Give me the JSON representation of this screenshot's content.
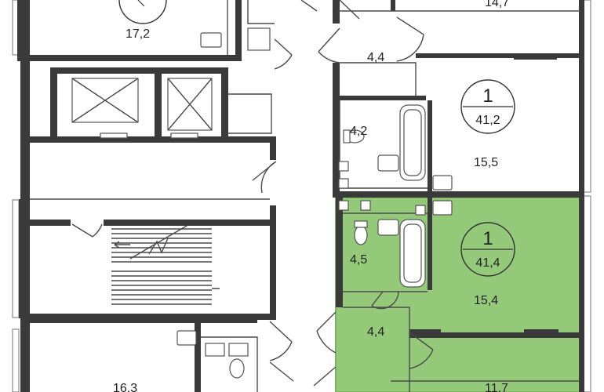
{
  "colors": {
    "highlight": "#94c97a",
    "highlight_edge": "#7cb55f",
    "wall": "#3a3a3a",
    "window": "#8a8a8a"
  },
  "rooms": [
    {
      "id": "r-17-2",
      "label": "17,2"
    },
    {
      "id": "r-14-7",
      "label": "14,7"
    },
    {
      "id": "r-4-4-top",
      "label": "4,4"
    },
    {
      "id": "r-4-2",
      "label": "4,2"
    },
    {
      "id": "r-15-5",
      "label": "15,5"
    },
    {
      "id": "r-4-5",
      "label": "4,5"
    },
    {
      "id": "r-15-4",
      "label": "15,4"
    },
    {
      "id": "r-4-4-bottom",
      "label": "4,4"
    },
    {
      "id": "r-16-3",
      "label": "16,3"
    },
    {
      "id": "r-11-7",
      "label": "11,7"
    }
  ],
  "apartments": [
    {
      "id": "apt-upper",
      "rooms_count": "1",
      "area": "41,2"
    },
    {
      "id": "apt-selected",
      "rooms_count": "1",
      "area": "41,4"
    }
  ]
}
